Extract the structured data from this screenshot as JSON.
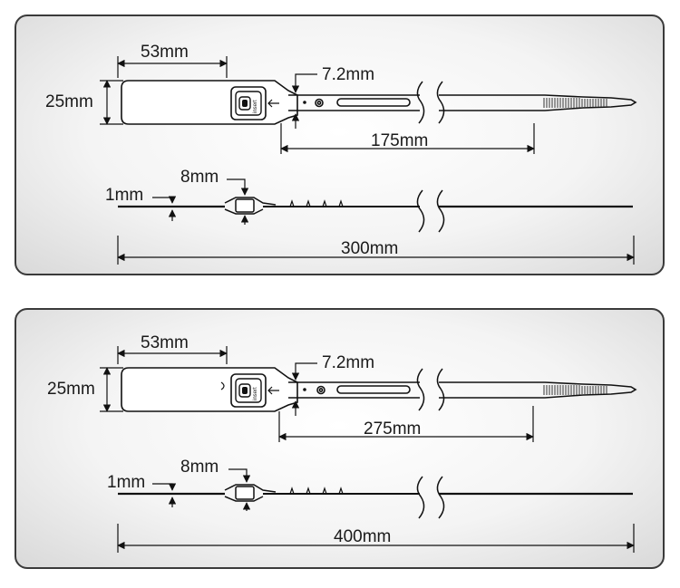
{
  "panels": [
    {
      "tag_width": "53mm",
      "tag_height": "25mm",
      "strap_width": "7.2mm",
      "strap_length": "175mm",
      "head_thickness": "8mm",
      "tag_thickness": "1mm",
      "total_length": "300mm",
      "imprint": "insert"
    },
    {
      "tag_width": "53mm",
      "tag_height": "25mm",
      "strap_width": "7.2mm",
      "strap_length": "275mm",
      "head_thickness": "8mm",
      "tag_thickness": "1mm",
      "total_length": "400mm",
      "imprint": "insert"
    }
  ]
}
